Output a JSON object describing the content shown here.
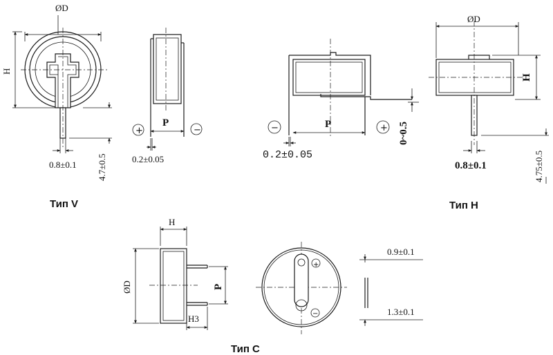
{
  "type_v": {
    "label": "Тип V",
    "dim_diameter": "ØD",
    "dim_height": "H",
    "dim_pin_width": "0.8±0.1",
    "dim_pin_length": "4.7±0.5",
    "dim_pitch": "P",
    "dim_lead_thickness": "0.2±0.05",
    "plus_symbol": "+",
    "minus_symbol": "−"
  },
  "type_h": {
    "label": "Тип H",
    "dim_diameter": "ØD",
    "dim_height": "H",
    "dim_pin_width": "0.8±0.1",
    "dim_pin_length": "4.75±0.5",
    "dim_pitch": "P",
    "dim_lead_thickness": "0.2±0.05",
    "dim_offset": "0~0.5",
    "plus_symbol": "+",
    "minus_symbol": "−"
  },
  "type_c": {
    "label": "Тип C",
    "dim_height": "H",
    "dim_diameter": "ØD",
    "dim_pitch": "P",
    "dim_h3": "H3",
    "dim_tab_top": "0.9±0.1",
    "dim_tab_bottom": "1.3±0.1",
    "plus_symbol": "+",
    "minus_symbol": "−"
  }
}
